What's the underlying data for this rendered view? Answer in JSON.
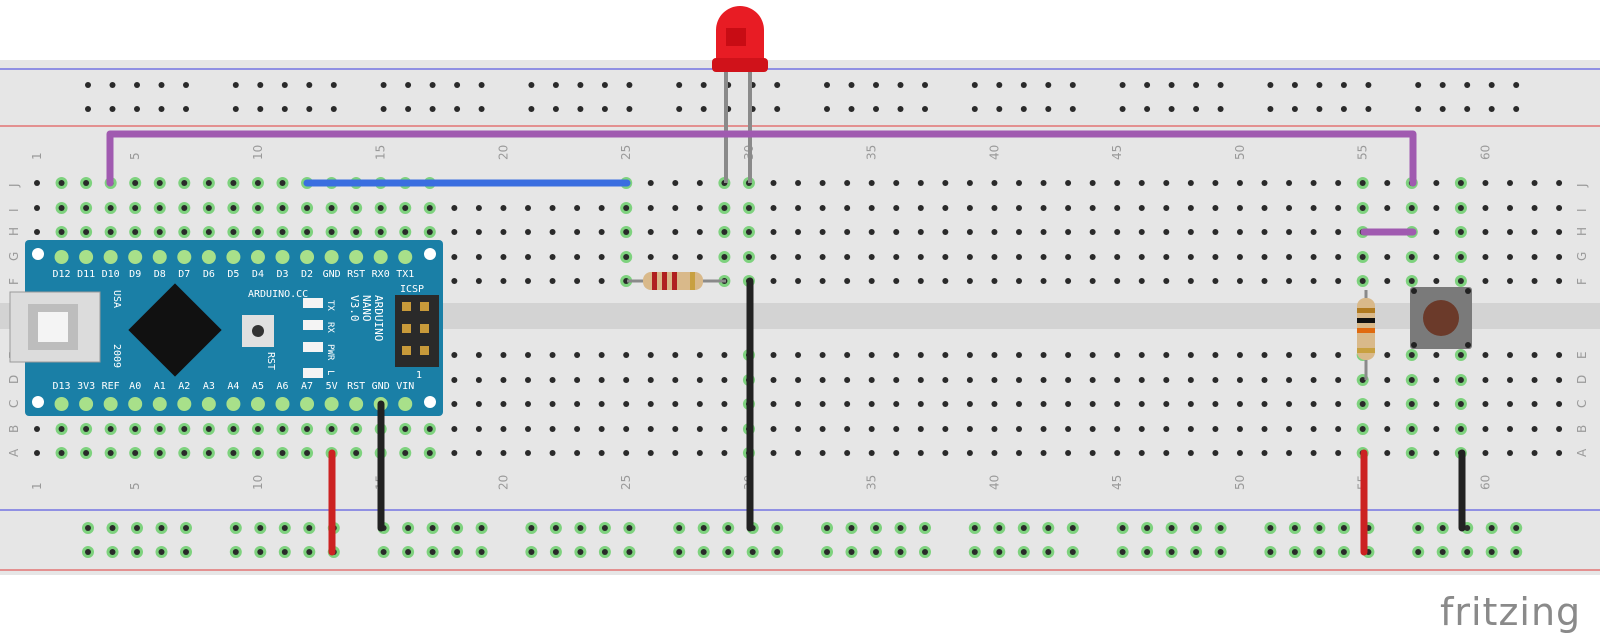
{
  "logo": "fritzing",
  "breadboard": {
    "column_numbers": [
      "1",
      "5",
      "10",
      "15",
      "20",
      "25",
      "30",
      "35",
      "40",
      "45",
      "50",
      "55",
      "60"
    ],
    "row_letters": [
      "J",
      "I",
      "H",
      "G",
      "F",
      "E",
      "D",
      "C",
      "B",
      "A"
    ]
  },
  "arduino": {
    "top_pins": [
      "D12",
      "D11",
      "D10",
      "D9",
      "D8",
      "D7",
      "D6",
      "D5",
      "D4",
      "D3",
      "D2",
      "GND",
      "RST",
      "RX0",
      "TX1"
    ],
    "bottom_pins": [
      "D13",
      "3V3",
      "REF",
      "A0",
      "A1",
      "A2",
      "A3",
      "A4",
      "A5",
      "A6",
      "A7",
      "5V",
      "RST",
      "GND",
      "VIN"
    ],
    "brand": "ARDUINO.CC",
    "model_lines": [
      "ARDUINO",
      "NANO",
      "V3.0"
    ],
    "origin": "USA",
    "year": "2009",
    "icsp": "ICSP",
    "rst": "RST",
    "leds": [
      "TX",
      "RX",
      "PWR",
      "L"
    ],
    "small_mark": "1"
  },
  "colors": {
    "board": "#e6e6e6",
    "channel": "#d3d3d3",
    "hole": "#2a2a2a",
    "hole_connected": "#7ed27e",
    "rail_blue": "#3a3ae0",
    "rail_red": "#e03a3a",
    "wire_purple": "#a05ab0",
    "wire_blue": "#3a6ee0",
    "wire_red": "#cc2222",
    "wire_black": "#222222",
    "nano": "#1a7fa6",
    "led": "#e81c24"
  }
}
